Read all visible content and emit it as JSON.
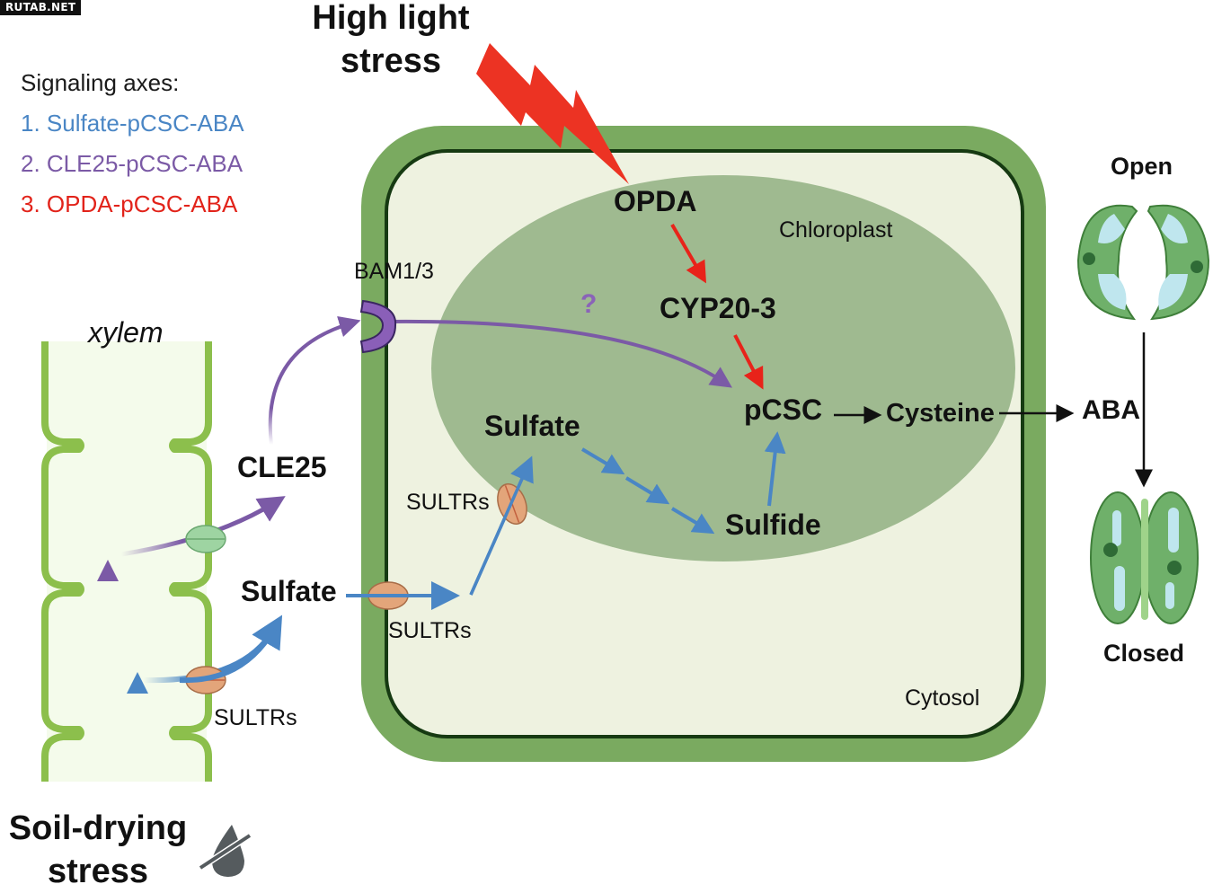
{
  "watermark": "RUTAB.NET",
  "legend": {
    "title": "Signaling axes:",
    "axes": [
      {
        "label": "1. Sulfate-pCSC-ABA",
        "color": "#4a86c5"
      },
      {
        "label": "2. CLE25-pCSC-ABA",
        "color": "#7b5aa6"
      },
      {
        "label": "3. OPDA-pCSC-ABA",
        "color": "#e2231a"
      }
    ]
  },
  "stresses": {
    "high_light": {
      "line1": "High light",
      "line2": "stress",
      "icon": "lightning-bolt-icon"
    },
    "soil_drying": {
      "line1": "Soil-drying",
      "line2": "stress",
      "icon": "no-water-drop-icon"
    }
  },
  "xylem": {
    "label": "xylem"
  },
  "compartments": {
    "chloroplast": "Chloroplast",
    "cytosol": "Cytosol"
  },
  "nodes": {
    "opda": "OPDA",
    "cyp20_3": "CYP20-3",
    "pcsc": "pCSC",
    "cysteine": "Cysteine",
    "aba": "ABA",
    "sulfate_chloroplast": "Sulfate",
    "sulfide": "Sulfide",
    "cle25": "CLE25",
    "sulfate_apoplast": "Sulfate",
    "unknown": "?"
  },
  "transporters": {
    "bam": "BAM1/3",
    "sultrs_chloroplast": "SULTRs",
    "sultrs_plasma": "SULTRs",
    "sultrs_xylem": "SULTRs"
  },
  "stomata": {
    "open_label": "Open",
    "closed_label": "Closed"
  },
  "colors": {
    "sulfate_axis": "#4a86c5",
    "cle25_axis": "#7b5aa6",
    "opda_axis": "#e2231a",
    "cell_wall": "#7aaa60",
    "cytosol": "#eef2e0",
    "chloroplast": "#9fba90"
  }
}
